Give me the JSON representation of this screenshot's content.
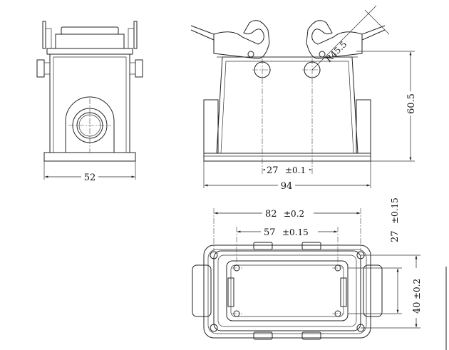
{
  "colors": {
    "line": "#222222",
    "background": "#ffffff"
  },
  "dimensions": {
    "side_width": "52",
    "height": "60.5",
    "pin_spacing": "27",
    "pin_spacing_tol": "±0.1",
    "overall_width": "94",
    "radius": "R45.5",
    "hole_spacing_outer": "82",
    "hole_spacing_outer_tol": "±0.2",
    "hole_spacing_inner": "57",
    "hole_spacing_inner_tol": "±0.15",
    "vertical_outer": "27",
    "vertical_outer_tol": "±0.15",
    "vertical_inner": "40",
    "vertical_inner_tol": "±0.2"
  }
}
